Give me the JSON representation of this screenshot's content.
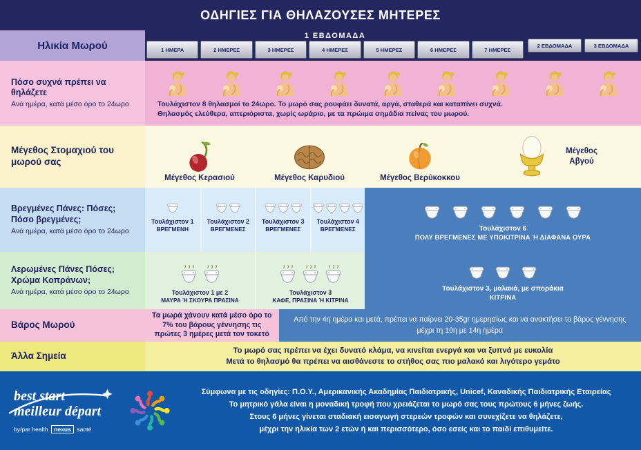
{
  "title": "ΟΔΗΓΙΕΣ ΓΙΑ ΘΗΛΑΖΟΥΣΕΣ ΜΗΤΕΡΕΣ",
  "colors": {
    "header_navy": "#23265f",
    "age_header_purple": "#b2a4d6",
    "highlight_blue": "#4a7ebc",
    "footer_blue": "#1159a8",
    "text_navy": "#1c2360"
  },
  "header": {
    "age_label": "Ηλικία Μωρού",
    "week1_label": "1 ΕΒΔΟΜΑΔΑ",
    "day_labels": [
      "1 ΗΜΕΡΑ",
      "2 ΗΜΕΡΕΣ",
      "3 ΗΜΕΡΕΣ",
      "4 ΗΜΕΡΕΣ",
      "5 ΗΜΕΡΕΣ",
      "6 ΗΜΕΡΕΣ",
      "7 ΗΜΕΡΕΣ"
    ],
    "week2_label": "2 ΕΒΔΟΜΑΔΑ",
    "week3_label": "3 ΕΒΔΟΜΑΔΑ"
  },
  "frequency_row": {
    "title": "Πόσο συχνά πρέπει να θηλάζετε",
    "subtitle": "Ανά ημέρα, κατά μέσο όρο το 24ωρο",
    "icon": "breastfeeding-mother-icon",
    "icon_count": 9,
    "note_line1": "Τουλάχιστον 8 θηλασμοί το 24ωρο.  Το μωρό σας ρουφάει δυνατά, αργά, σταθερά και καταπίνει συχνά.",
    "note_line2": "Θηλασμός ελεύθερα, απεριόριστα, χωρίς ωράριο, με τα πρώιμα σημάδια πείνας του μωρού."
  },
  "stomach_row": {
    "title": "Μέγεθος Στομαχιού του μωρού σας",
    "items": [
      {
        "icon": "cherry-icon",
        "label": "Μέγεθος Κερασιού"
      },
      {
        "icon": "walnut-icon",
        "label": "Μέγεθος Καρυδιού"
      },
      {
        "icon": "apricot-icon",
        "label": "Μέγεθος Βερύκοκκου"
      },
      {
        "icon": "egg-icon",
        "label": "Μέγεθος Αβγού"
      }
    ]
  },
  "wet_row": {
    "title": "Βρεγμένες Πάνες: Πόσες; Πόσο βρεγμένες;",
    "subtitle": "Ανά ημέρα, κατά μέσο όρο το 24ωρο",
    "icon": "diaper-icon",
    "cells": [
      {
        "count": 1,
        "line1": "Τουλάχιστον 1",
        "line2": "ΒΡΕΓΜΕΝΗ"
      },
      {
        "count": 2,
        "line1": "Τουλάχιστον 2",
        "line2": "ΒΡΕΓΜΕΝΕΣ"
      },
      {
        "count": 3,
        "line1": "Τουλάχιστον 3",
        "line2": "ΒΡΕΓΜΕΝΕΣ"
      },
      {
        "count": 4,
        "line1": "Τουλάχιστον 4",
        "line2": "ΒΡΕΓΜΕΝΕΣ"
      }
    ],
    "highlight": {
      "count": 6,
      "line1": "Τουλάχιστον 6",
      "line2": "ΠΟΛΥ ΒΡΕΓΜΕΝΕΣ ΜΕ ΥΠΟΚΙΤΡΙΝΑ Ή ΔΙΑΦΑΝΑ ΟΥΡΑ"
    }
  },
  "soiled_row": {
    "title": "Λερωμένες Πάνες Πόσες; Χρώμα Κοπράνων;",
    "subtitle": "Ανά ημέρα, κατά μέσο όρο το 24ωρο",
    "icon": "soiled-diaper-icon",
    "cells": [
      {
        "count": 2,
        "line1": "Τουλάχιστον 1 με 2",
        "line2": "ΜΑΥΡΑ Ή ΣΚΟΥΡΑ ΠΡΑΣΙΝΑ"
      },
      {
        "count": 3,
        "line1": "Τουλάχιστον 3",
        "line2": "ΚΑΦΕ, ΠΡΑΣΙΝΑ Ή ΚΙΤΡΙΝΑ"
      }
    ],
    "highlight": {
      "count": 3,
      "line1": "Τουλάχιστον 3, μαλακά, με σποράκια",
      "line2": "ΚΙΤΡΙΝΑ"
    }
  },
  "weight_row": {
    "title": "Βάρος Μωρού",
    "left_text": "Τα μωρά χάνουν κατά μέσο όρο το 7% του βάρους γέννησης τις πρώτες 3 ημέρες μετά τον τοκετό",
    "right_text": "Από την 4η ημέρα και μετά, πρέπει να παίρνει 20-35gr ημερησίως και να ανακτήσει το βάρος γέννησης μέχρι τη 10η με 14η ημέρα"
  },
  "other_row": {
    "title": "Άλλα Σημεία",
    "line1": "Το μωρό σας πρέπει να έχει δυνατό κλάμα, να κινείται ενεργά και να ξυπνά με ευκολία",
    "line2": "Μετά το θηλασμό θα πρέπει να αισθάνεστε το στήθος σας πιο μαλακό και λιγότερο γεμάτο"
  },
  "footer": {
    "logo_line1": "best start",
    "logo_line2": "meilleur départ",
    "logo_by": "by/par health",
    "logo_nexus": "nexus",
    "logo_sante": "santé",
    "line1": "Σύμφωνα με τις οδηγίες: Π.Ο.Υ., Αμερικανικής Ακαδημίας Παιδιατρικής, Unicef, Καναδικής Παιδιατρικής Εταιρείας",
    "line2": "Το μητρικό γάλα είναι η μοναδική τροφή που χρειάζεται το μωρό σας τους πρώτους 6 μήνες ζωής.",
    "line3": "Στους 6 μήνες γίνεται σταδιακή εισαγωγή στερεών τροφών και συνεχίζετε να θηλάζετε,",
    "line4": "μέχρι την ηλικία των 2 ετών ή και περισσότερο, όσο εσείς και το παιδί επιθυμείτε."
  }
}
